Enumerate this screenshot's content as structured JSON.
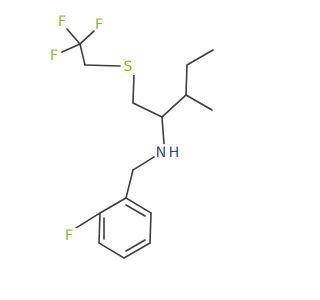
{
  "molecule": {
    "atom_labels": {
      "fluorine_cf3_1": "F",
      "fluorine_cf3_2": "F",
      "fluorine_cf3_3": "F",
      "sulfur": "S",
      "amine": "N",
      "amine_h": "H",
      "fluorine_ring": "F"
    },
    "colors": {
      "bond": "#3d3d3d",
      "fluorine": "#8db832",
      "sulfur": "#b5a200",
      "nitrogen": "#2d3ec7"
    }
  }
}
